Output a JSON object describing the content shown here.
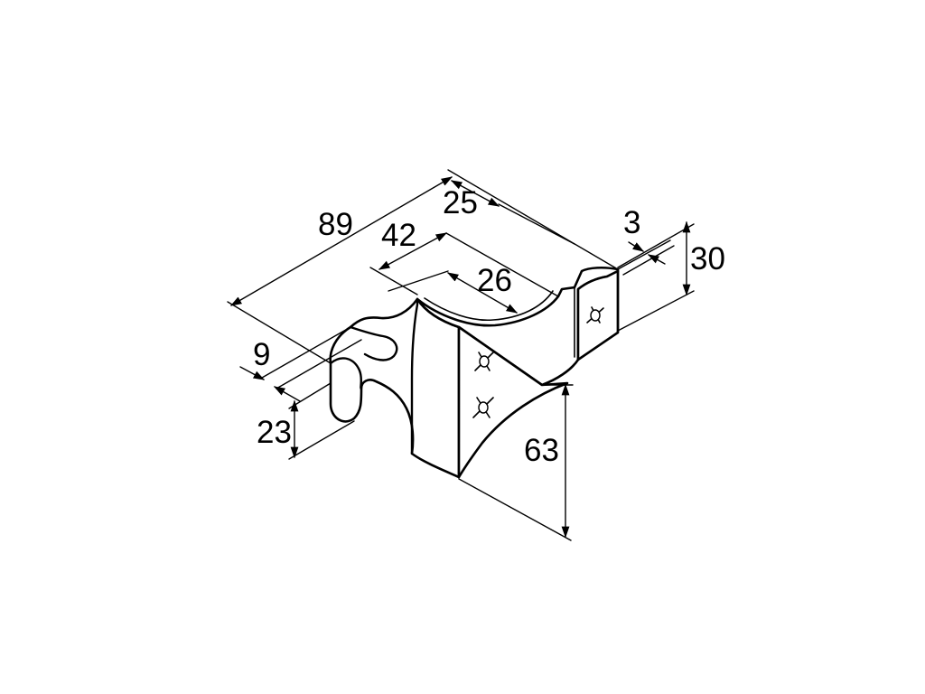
{
  "dimensions": {
    "overall_length": "89",
    "slot_length": "42",
    "top_width": "25",
    "inner_radius_span": "26",
    "hook_width": "9",
    "hook_height": "23",
    "tab_thickness": "3",
    "tab_height": "30",
    "body_height": "63"
  }
}
